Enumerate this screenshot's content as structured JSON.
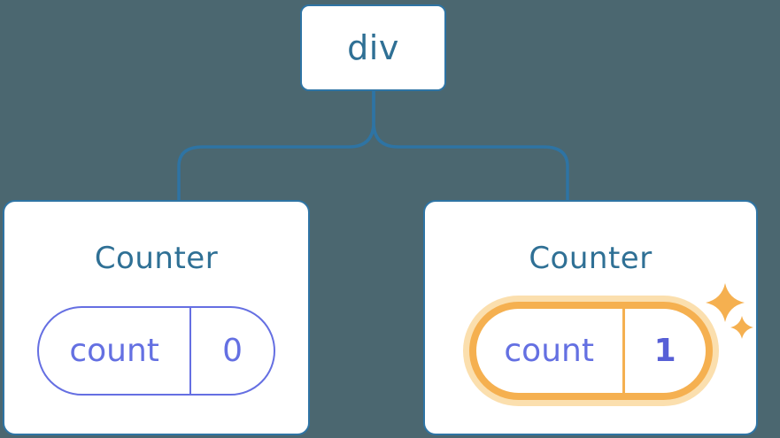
{
  "diagram": {
    "root": {
      "label": "div"
    },
    "children": [
      {
        "title": "Counter",
        "state_key": "count",
        "state_value": "0",
        "highlighted": false
      },
      {
        "title": "Counter",
        "state_key": "count",
        "state_value": "1",
        "highlighted": true
      }
    ]
  },
  "icons": [
    {
      "name": "sparkles-icon",
      "glyph": "✦✦",
      "meaning": "state-updated-highlight"
    }
  ],
  "colors": {
    "background": "#4B6770",
    "node_background": "#FFFFFF",
    "node_border_blue": "#2E74A4",
    "node_text_blue": "#2F7095",
    "state_purple": "#6470E2",
    "state_value_bold_purple": "#575FD6",
    "highlight_orange": "#F5B050",
    "highlight_glow": "#FBDFAE"
  }
}
